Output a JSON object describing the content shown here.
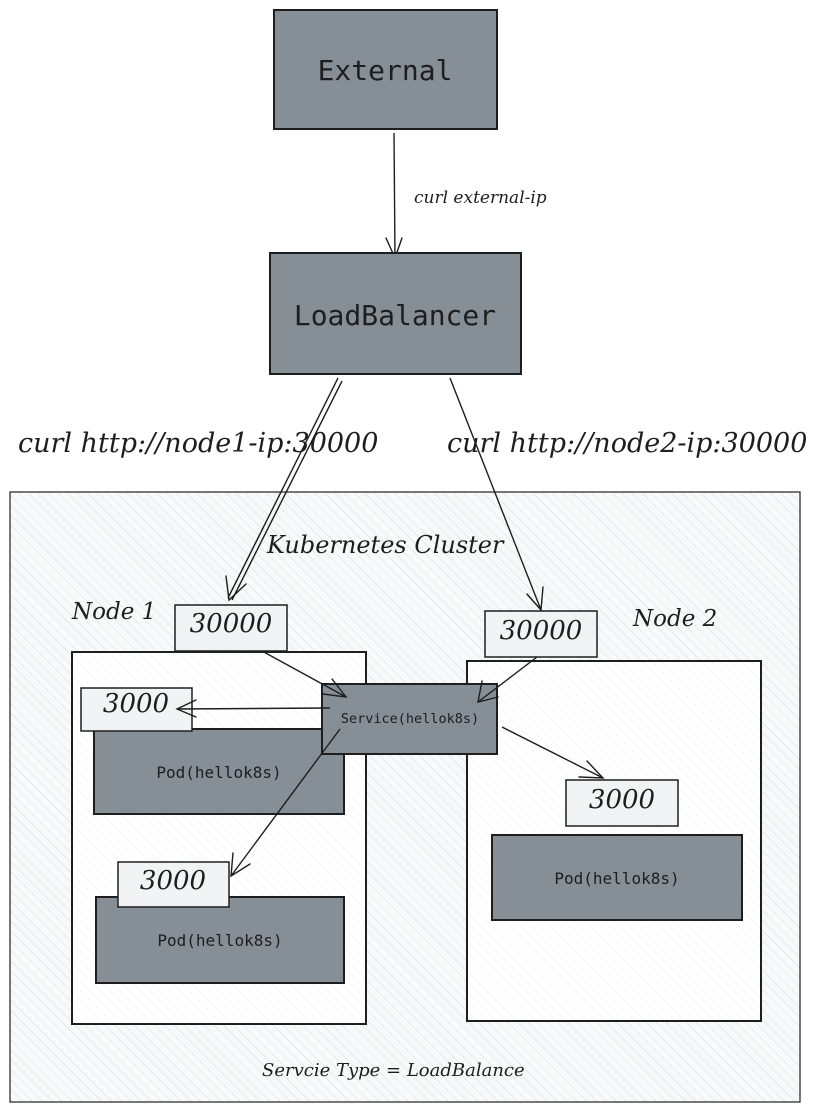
{
  "nodes": {
    "external": "External",
    "loadbalancer": "LoadBalancer",
    "cluster_title": "Kubernetes Cluster",
    "node1_label": "Node 1",
    "node2_label": "Node 2",
    "service": "Service(hellok8s)",
    "pod_a": "Pod(hellok8s)",
    "pod_b": "Pod(hellok8s)",
    "pod_c": "Pod(hellok8s)",
    "node1_port": "30000",
    "node2_port": "30000",
    "pod_a_port": "3000",
    "pod_b_port": "3000",
    "pod_c_port": "3000",
    "footer": "Servcie Type = LoadBalance"
  },
  "edges": {
    "external_to_lb": "curl external-ip",
    "lb_to_node1": "curl http://node1-ip:30000",
    "lb_to_node2": "curl http://node2-ip:30000"
  },
  "colors": {
    "dark_box": "#868e96",
    "light_box": "#f1f3f5",
    "stroke": "#1e1e1e"
  }
}
